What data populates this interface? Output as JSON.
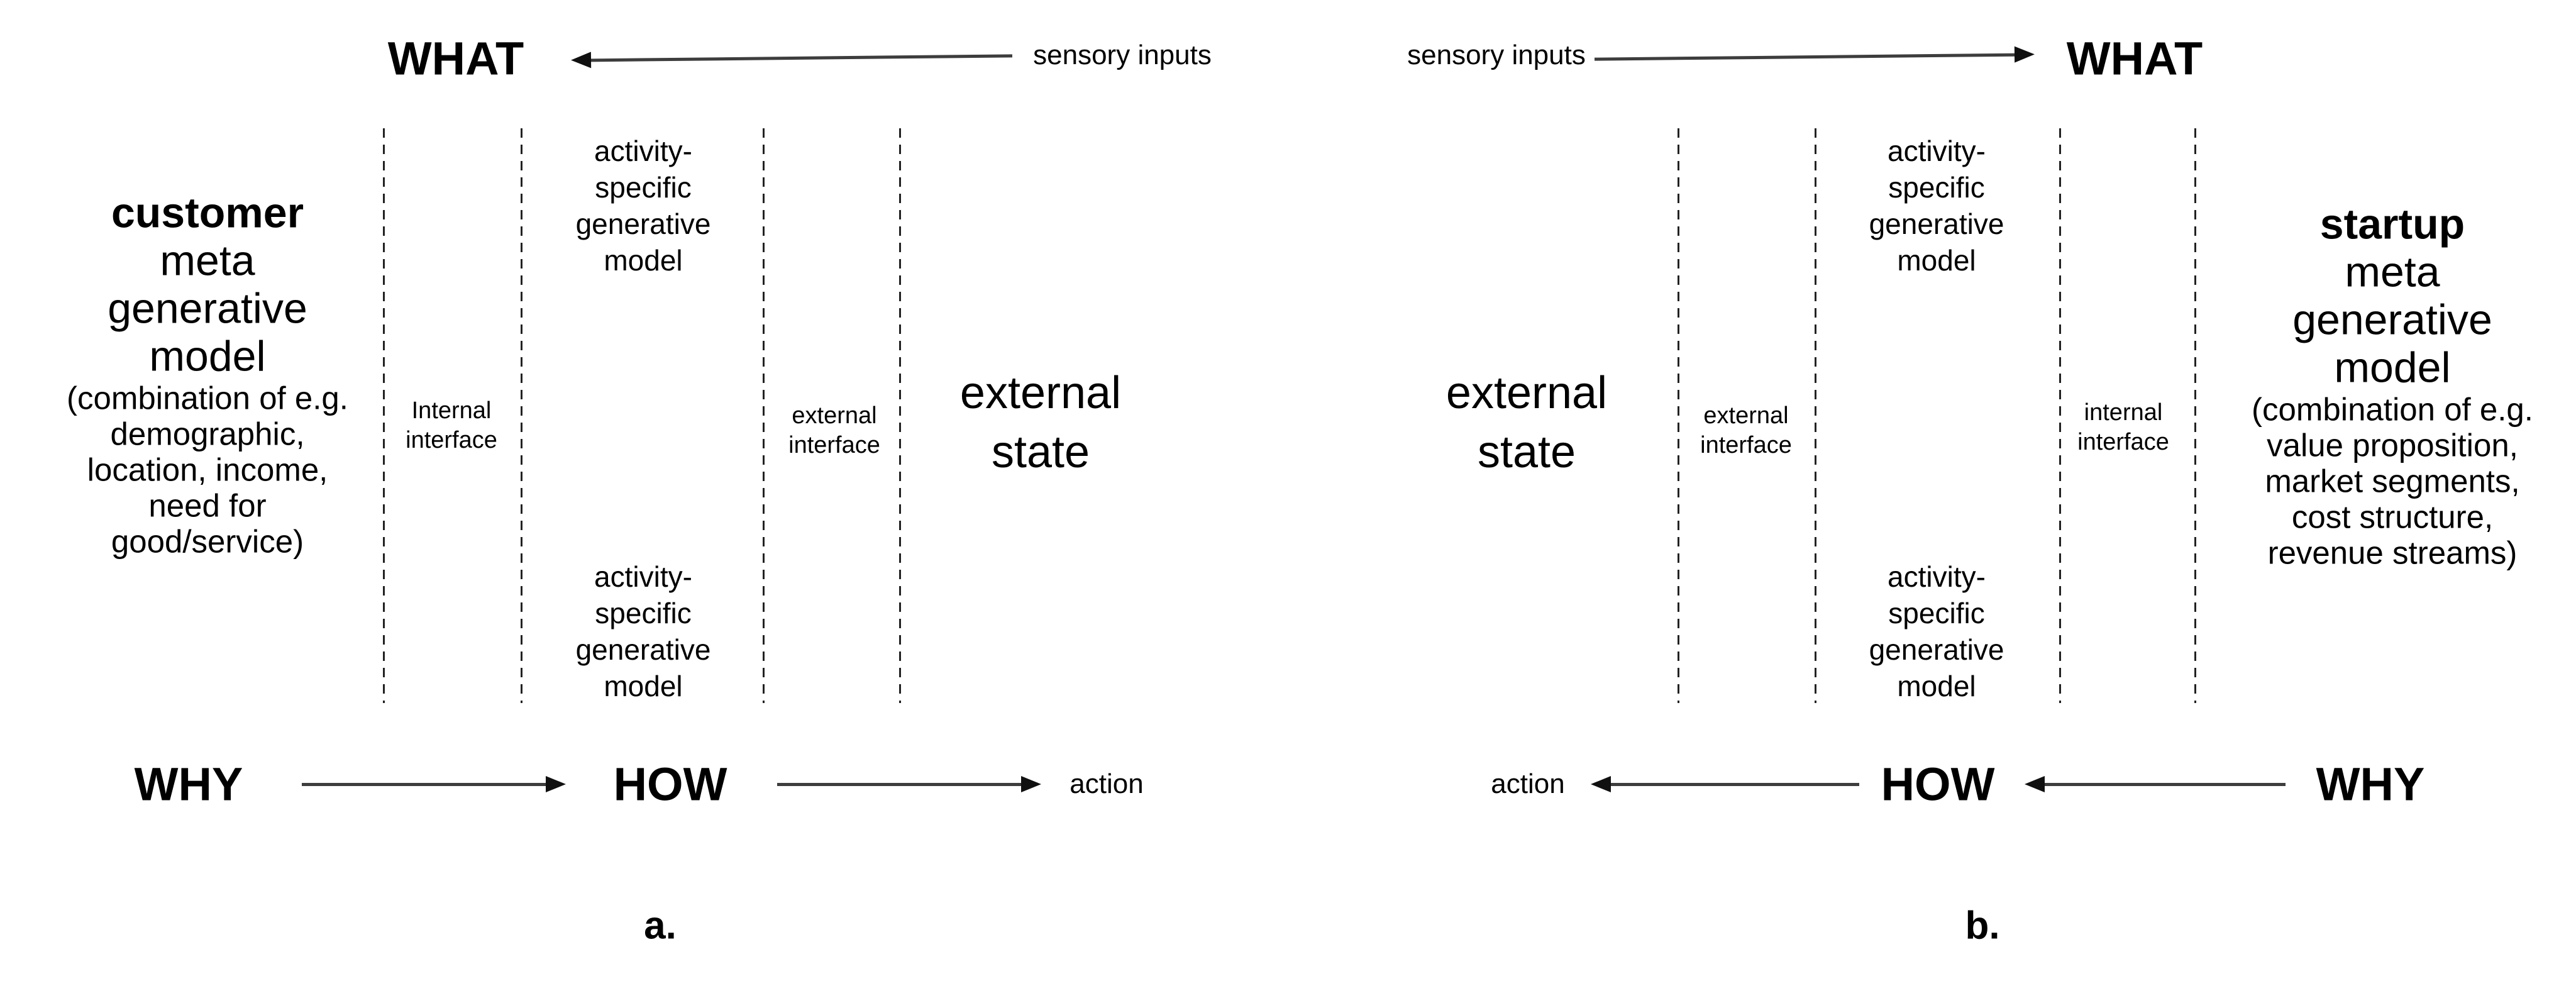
{
  "colors": {
    "background": "#ffffff",
    "text": "#000000",
    "dashed_line": "#222222",
    "arrow": "#3d3d3d"
  },
  "panels": [
    {
      "label": "a.",
      "top": {
        "what": "WHAT",
        "sensory_inputs": "sensory inputs"
      },
      "entity": {
        "name": "customer",
        "model_lines": [
          "meta",
          "generative",
          "model"
        ],
        "detail_lines": [
          "(combination of e.g.",
          "demographic,",
          "location, income,",
          "need for",
          "good/service)"
        ]
      },
      "internal_interface": {
        "line1": "Internal",
        "line2": "interface"
      },
      "external_interface": {
        "line1": "external",
        "line2": "interface"
      },
      "external_state": {
        "line1": "external",
        "line2": "state"
      },
      "activity_model_top": [
        "activity-",
        "specific",
        "generative",
        "model"
      ],
      "activity_model_bottom": [
        "activity-",
        "specific",
        "generative",
        "model"
      ],
      "bottom": {
        "why": "WHY",
        "how": "HOW",
        "action": "action"
      }
    },
    {
      "label": "b.",
      "top": {
        "what": "WHAT",
        "sensory_inputs": "sensory inputs"
      },
      "entity": {
        "name": "startup",
        "model_lines": [
          "meta",
          "generative",
          "model"
        ],
        "detail_lines": [
          "(combination of e.g.",
          "value proposition,",
          "market segments,",
          "cost structure,",
          "revenue streams)"
        ]
      },
      "internal_interface": {
        "line1": "internal",
        "line2": "interface"
      },
      "external_interface": {
        "line1": "external",
        "line2": "interface"
      },
      "external_state": {
        "line1": "external",
        "line2": "state"
      },
      "activity_model_top": [
        "activity-",
        "specific",
        "generative",
        "model"
      ],
      "activity_model_bottom": [
        "activity-",
        "specific",
        "generative",
        "model"
      ],
      "bottom": {
        "why": "WHY",
        "how": "HOW",
        "action": "action"
      }
    }
  ]
}
